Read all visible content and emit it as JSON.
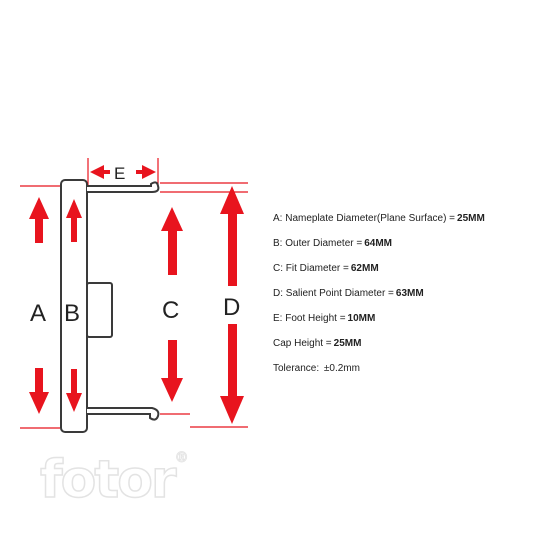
{
  "diagram": {
    "labels": {
      "a": "A",
      "b": "B",
      "c": "C",
      "d": "D",
      "e": "E"
    },
    "colors": {
      "dimension": "#e8141e",
      "outline": "#3a3a3a",
      "text": "#222222"
    }
  },
  "specs": [
    {
      "label": "A: Nameplate Diameter(Plane Surface) =",
      "value": "25MM"
    },
    {
      "label": "B: Outer Diameter =",
      "value": "64MM"
    },
    {
      "label": "C: Fit Diameter =",
      "value": "62MM"
    },
    {
      "label": "D: Salient Point Diameter =",
      "value": "63MM"
    },
    {
      "label": "E: Foot Height =",
      "value": "10MM"
    },
    {
      "label": "Cap Height =",
      "value": "25MM"
    },
    {
      "label": "Tolerance:",
      "value": "±0.2mm"
    }
  ],
  "watermark": {
    "text": "fotor",
    "mark": "®"
  }
}
